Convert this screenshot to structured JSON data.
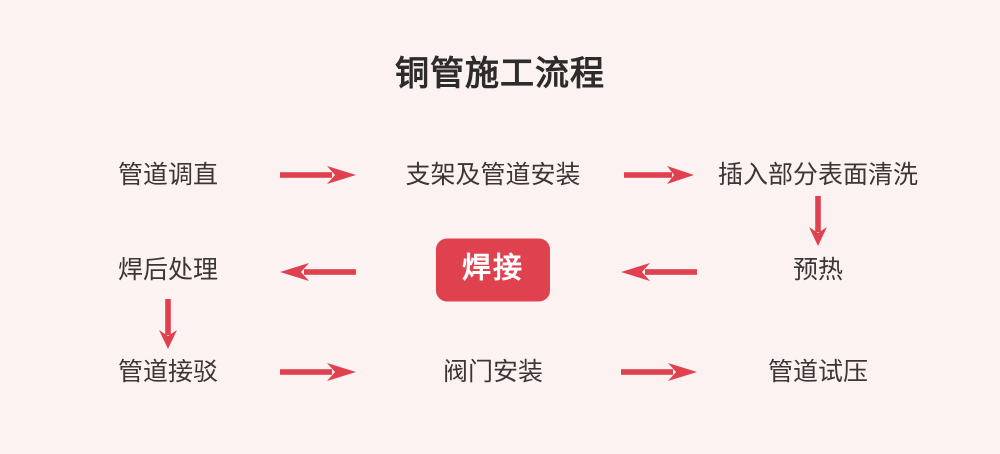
{
  "chart": {
    "title": "铜管施工流程",
    "type": "flowchart",
    "background_color": "#fdf2f2",
    "accent_color": "#e0414f",
    "text_color": "#3a3636",
    "nodes": [
      {
        "id": "n1",
        "label": "管道调直",
        "row": 1,
        "col": 1,
        "highlight": false
      },
      {
        "id": "n2",
        "label": "支架及管道安装",
        "row": 1,
        "col": 2,
        "highlight": false
      },
      {
        "id": "n3",
        "label": "插入部分表面清洗",
        "row": 1,
        "col": 3,
        "highlight": false
      },
      {
        "id": "n4",
        "label": "预热",
        "row": 2,
        "col": 3,
        "highlight": false
      },
      {
        "id": "n5",
        "label": "焊接",
        "row": 2,
        "col": 2,
        "highlight": true
      },
      {
        "id": "n6",
        "label": "焊后处理",
        "row": 2,
        "col": 1,
        "highlight": false
      },
      {
        "id": "n7",
        "label": "管道接驳",
        "row": 3,
        "col": 1,
        "highlight": false
      },
      {
        "id": "n8",
        "label": "阀门安装",
        "row": 3,
        "col": 2,
        "highlight": false
      },
      {
        "id": "n9",
        "label": "管道试压",
        "row": 3,
        "col": 3,
        "highlight": false
      }
    ],
    "connectors": [
      {
        "from": "n1",
        "to": "n2",
        "direction": "right"
      },
      {
        "from": "n2",
        "to": "n3",
        "direction": "right"
      },
      {
        "from": "n3",
        "to": "n4",
        "direction": "down"
      },
      {
        "from": "n4",
        "to": "n5",
        "direction": "left"
      },
      {
        "from": "n5",
        "to": "n6",
        "direction": "left"
      },
      {
        "from": "n6",
        "to": "n7",
        "direction": "down"
      },
      {
        "from": "n7",
        "to": "n8",
        "direction": "right"
      },
      {
        "from": "n8",
        "to": "n9",
        "direction": "right"
      }
    ]
  }
}
